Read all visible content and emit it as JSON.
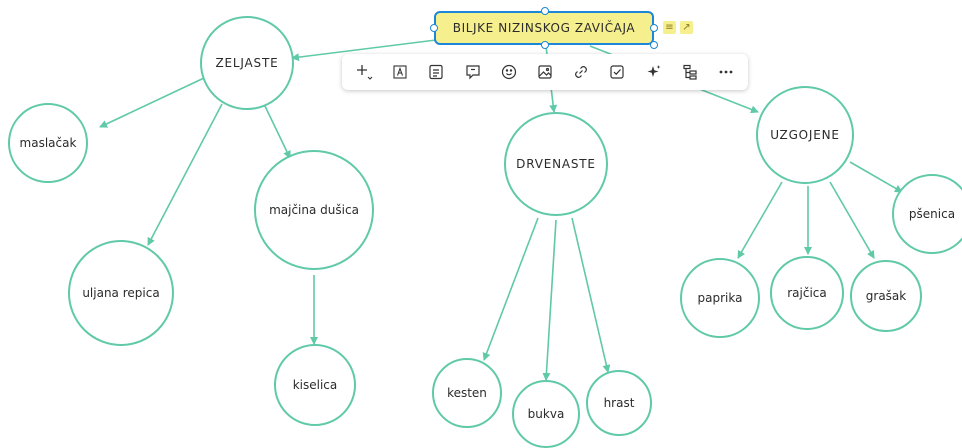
{
  "root": {
    "label": "BILJKE NIZINSKOG ZAVIČAJA"
  },
  "nodes": {
    "zeljaste": "ZELJASTE",
    "maslacak": "maslačak",
    "uljana_repica": "uljana repica",
    "majcina_dusica": "majčina dušica",
    "kiselica": "kiselica",
    "drvenaste": "DRVENASTE",
    "kesten": "kesten",
    "bukva": "bukva",
    "hrast": "hrast",
    "uzgojene": "UZGOJENE",
    "psenica": "pšenica",
    "paprika": "paprika",
    "rajcica": "rajčica",
    "grasak": "grašak"
  },
  "toolbar": {
    "tools": [
      "add",
      "text-box",
      "sticky-note",
      "comment",
      "emoji",
      "image",
      "link",
      "task",
      "ai-sparkle",
      "mind-map",
      "more"
    ]
  },
  "colors": {
    "edge": "#5fc9a8",
    "root_fill": "#f6ef8e",
    "selection": "#1e86d6"
  }
}
